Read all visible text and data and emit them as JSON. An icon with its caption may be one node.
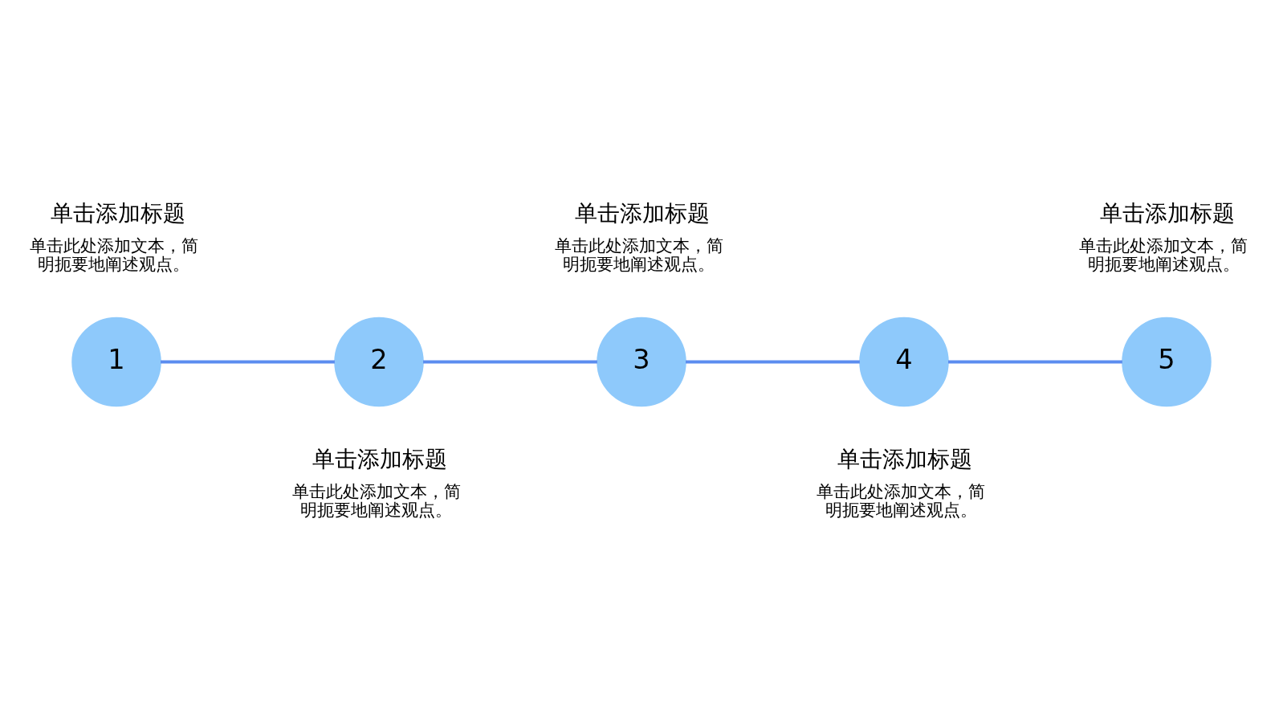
{
  "diagram": {
    "nodes": [
      {
        "text": [
          "1"
        ],
        "beside": [
          "单击添加标题",
          "单击此处添加文本，简明扼要地阐述观点。"
        ]
      },
      {
        "text": [
          "2"
        ],
        "beside": [
          "单击添加标题",
          "单击此处添加文本，简明扼要地阐述观点。"
        ]
      },
      {
        "text": [
          "3"
        ],
        "beside": [
          "单击添加标题",
          "单击此处添加文本，简明扼要地阐述观点。"
        ]
      },
      {
        "text": [
          "4"
        ],
        "beside": [
          "单击添加标题",
          "单击此处添加文本，简明扼要地阐述观点。"
        ]
      },
      {
        "text": [
          "5"
        ],
        "beside": [
          "单击添加标题",
          "单击此处添加文本，简明扼要地阐述观点。"
        ]
      }
    ],
    "edges": [
      {
        "from": 0,
        "to": 1,
        "arrow": "none"
      },
      {
        "from": 1,
        "to": 2,
        "arrow": "none"
      },
      {
        "from": 2,
        "to": 3,
        "arrow": "none"
      },
      {
        "from": 3,
        "to": 4,
        "arrow": "none"
      }
    ]
  }
}
